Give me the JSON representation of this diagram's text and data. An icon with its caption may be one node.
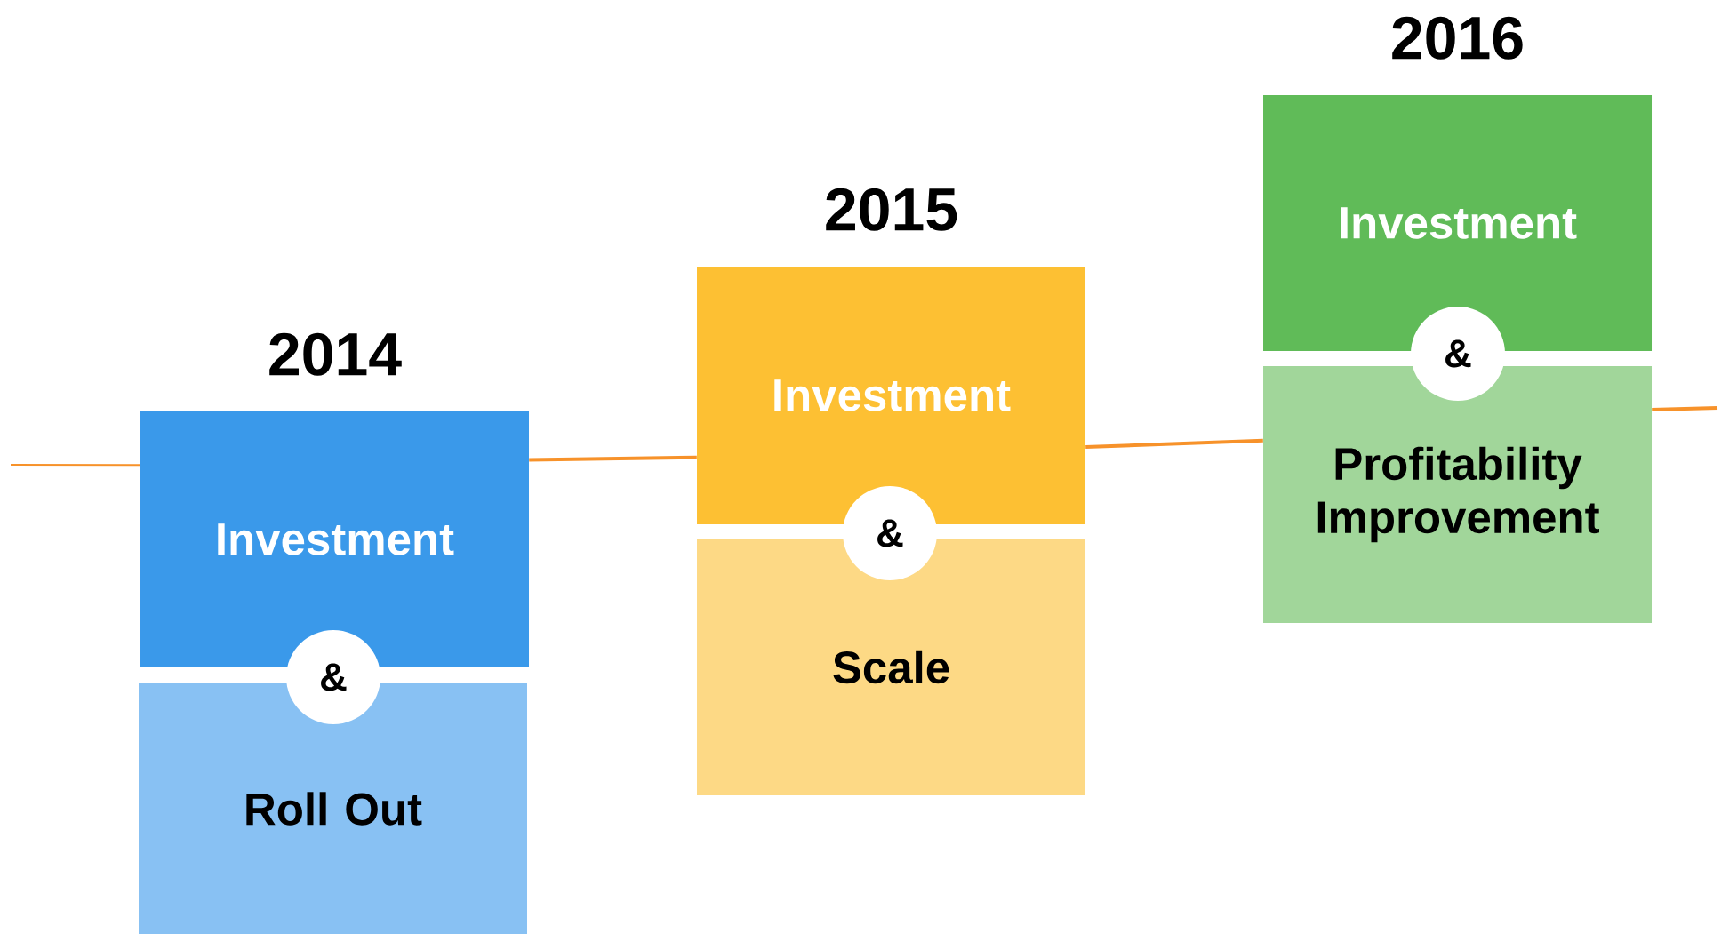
{
  "diagram": {
    "nodes": [
      {
        "text": [
          "2014",
          "Investment"
        ]
      },
      {
        "text": [
          "&"
        ]
      },
      {
        "text": [
          "Roll Out"
        ]
      },
      {
        "text": [
          "2015",
          "Investment"
        ]
      },
      {
        "text": [
          "&"
        ]
      },
      {
        "text": [
          "Scale"
        ]
      },
      {
        "text": [
          "2016",
          "Investment"
        ]
      },
      {
        "text": [
          "&"
        ]
      },
      {
        "text": [
          "Profitability Improvement"
        ]
      }
    ],
    "edges": [
      {
        "from": null,
        "to": 0,
        "arrow": "none",
        "color": "#f7922a"
      },
      {
        "from": 0,
        "to": 3,
        "arrow": "none",
        "color": "#f7922a"
      },
      {
        "from": 3,
        "to": 8,
        "arrow": "none",
        "color": "#f7922a"
      },
      {
        "from": 8,
        "to": null,
        "arrow": "none",
        "color": "#f7922a"
      }
    ]
  }
}
